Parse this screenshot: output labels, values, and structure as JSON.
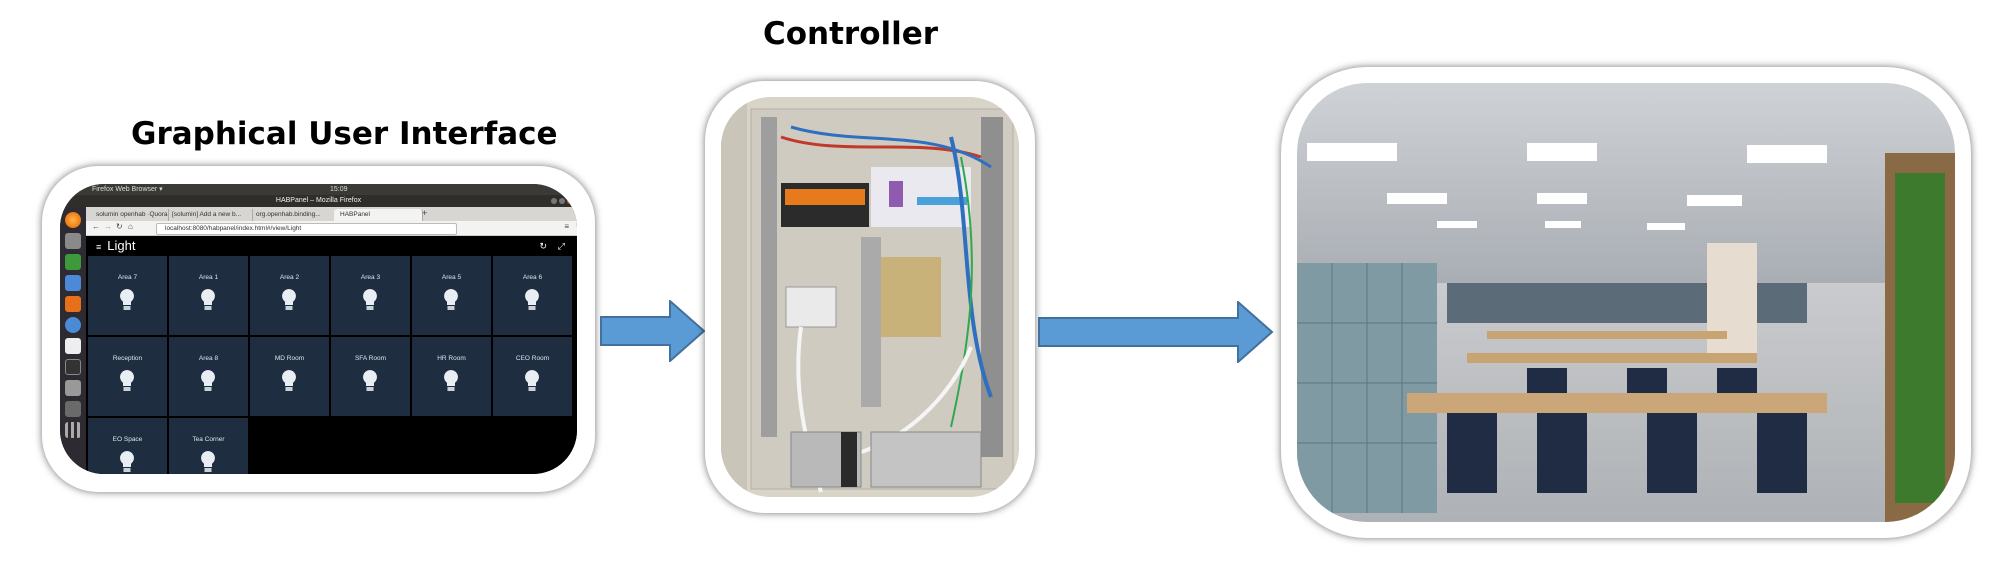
{
  "titles": {
    "gui": "Graphical User Interface",
    "controller": "Controller"
  },
  "browser": {
    "top_bar": "Firefox Web Browser ▾",
    "clock": "15:09",
    "window_title": "HABPanel – Mozilla Firefox",
    "tabs": [
      "solumin openhab ·Quora",
      "[solumin] Add a new b...",
      "org.openhab.binding...",
      "HABPanel"
    ],
    "url": "localhost:8080/habpanel/index.html#/view/Light"
  },
  "panel": {
    "title": "Light",
    "tiles": [
      "Area 7",
      "Area 1",
      "Area 2",
      "Area 3",
      "Area 5",
      "Area 6",
      "Reception",
      "Area 8",
      "MD Room",
      "SFA Room",
      "HR Room",
      "CEO Room",
      "EO Space",
      "Tea Corner"
    ]
  },
  "colors": {
    "arrow": "#5b9bd5",
    "arrow_stroke": "#41719c",
    "tile_bg": "#1e2e40",
    "launcher": "#2d2a31"
  },
  "icons": {
    "tile_icon": "lightbulb-icon",
    "arrow_icon": "right-arrow-icon"
  }
}
